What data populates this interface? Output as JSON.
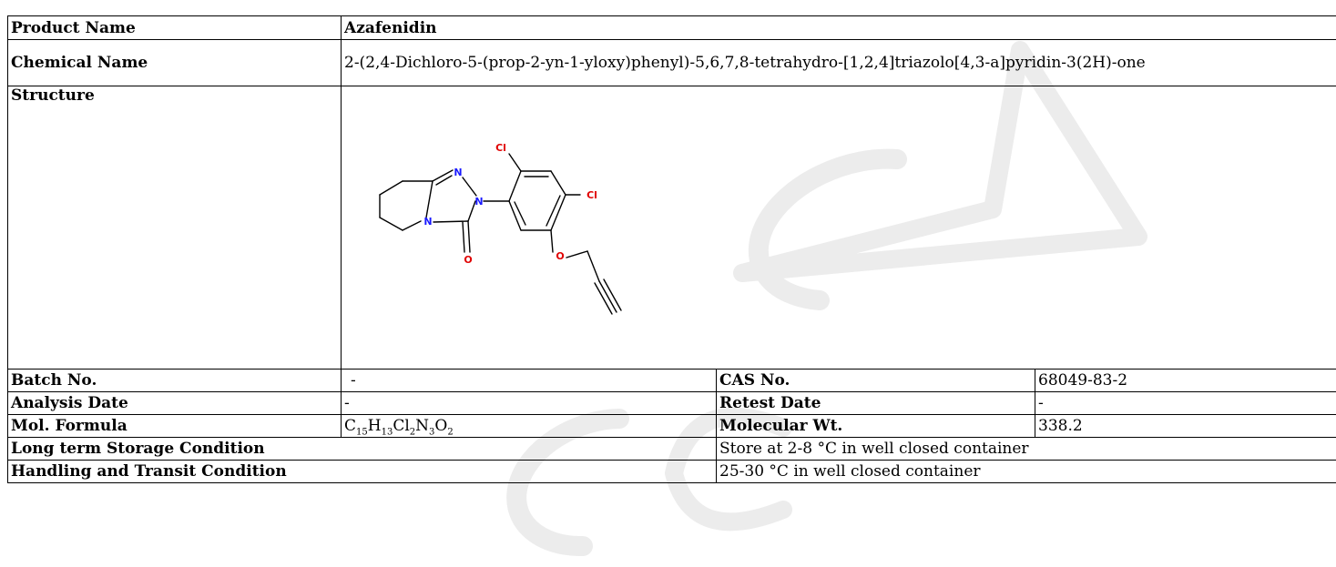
{
  "product": {
    "label": "Product Name",
    "value": "Azafenidin"
  },
  "chemical": {
    "label": "Chemical Name",
    "value": "2-(2,4-Dichloro-5-(prop-2-yn-1-yloxy)phenyl)-5,6,7,8-tetrahydro-[1,2,4]triazolo[4,3-a]pyridin-3(2H)-one"
  },
  "structure": {
    "label": "Structure",
    "atoms": {
      "cl_top": "Cl",
      "cl_right": "Cl",
      "n_top": "N",
      "n_mid": "N",
      "n_left": "N",
      "o_carbonyl": "O",
      "o_ether": "O"
    }
  },
  "batch": {
    "label": "Batch No.",
    "value": "-"
  },
  "cas": {
    "label": "CAS No.",
    "value": "68049-83-2"
  },
  "analysis_date": {
    "label": "Analysis Date",
    "value": "-"
  },
  "retest_date": {
    "label": "Retest Date",
    "value": "-"
  },
  "formula": {
    "label": "Mol. Formula",
    "parts": [
      {
        "el": "C",
        "n": "15"
      },
      {
        "el": "H",
        "n": "13"
      },
      {
        "el": "Cl",
        "n": "2"
      },
      {
        "el": "N",
        "n": "3"
      },
      {
        "el": "O",
        "n": "2"
      }
    ]
  },
  "mol_wt": {
    "label": "Molecular Wt.",
    "value": "338.2"
  },
  "storage": {
    "label": "Long term Storage Condition",
    "value": "Store at 2-8 °C in well closed container"
  },
  "handling": {
    "label": "Handling and Transit Condition",
    "value": "25-30 °C in well closed container"
  },
  "colors": {
    "heteroatom_n": "#1a1aff",
    "heteroatom_o": "#e00000",
    "heteroatom_cl": "#e00000",
    "watermark": "#e6e6e6"
  }
}
